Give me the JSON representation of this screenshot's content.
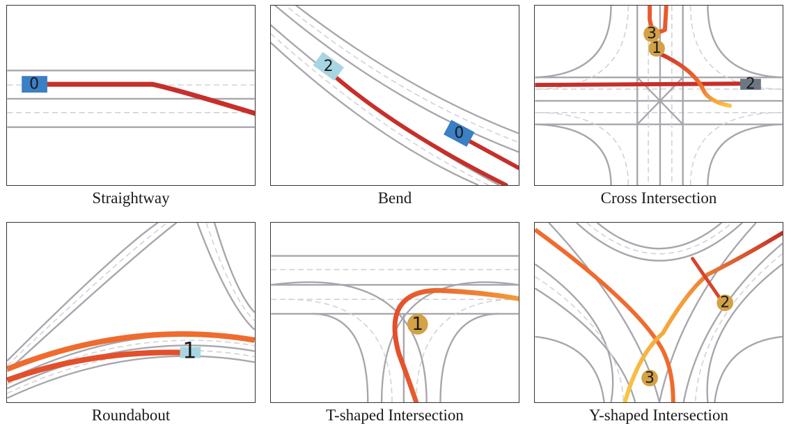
{
  "panels": [
    {
      "caption": "Straightway",
      "agents": [
        "0"
      ]
    },
    {
      "caption": "Bend",
      "agents": [
        "2",
        "0"
      ]
    },
    {
      "caption": "Cross Intersection",
      "agents": [
        "3",
        "1",
        "2"
      ]
    },
    {
      "caption": "Roundabout",
      "agents": [
        "1"
      ]
    },
    {
      "caption": "T-shaped Intersection",
      "agents": [
        "1"
      ]
    },
    {
      "caption": "Y-shaped Intersection",
      "agents": [
        "2",
        "3"
      ]
    }
  ],
  "colors": {
    "road": "#a8a6ad",
    "lane": "#d2d2d6",
    "traj_red": "#c62f2a",
    "traj_orange": "#ef6b2e",
    "traj_yellow": "#f9c644",
    "agent_blue": "#3b7fc4",
    "agent_lightblue": "#a8d5e2",
    "agent_gray": "#6b7884",
    "agent_gold": "#d3a146"
  }
}
